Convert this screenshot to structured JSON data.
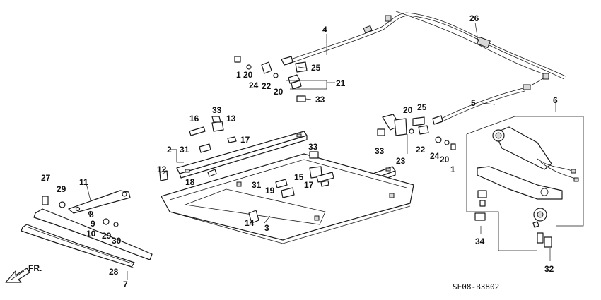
{
  "diagram": {
    "direction_label": "FR.",
    "drawing_code": "SE08-B3802",
    "callouts": [
      "1",
      "2",
      "3",
      "4",
      "5",
      "6",
      "7",
      "8",
      "9",
      "10",
      "11",
      "12",
      "13",
      "14",
      "15",
      "16",
      "17",
      "18",
      "19",
      "20",
      "21",
      "22",
      "23",
      "24",
      "25",
      "26",
      "27",
      "28",
      "29",
      "30",
      "31",
      "32",
      "33",
      "34"
    ]
  }
}
